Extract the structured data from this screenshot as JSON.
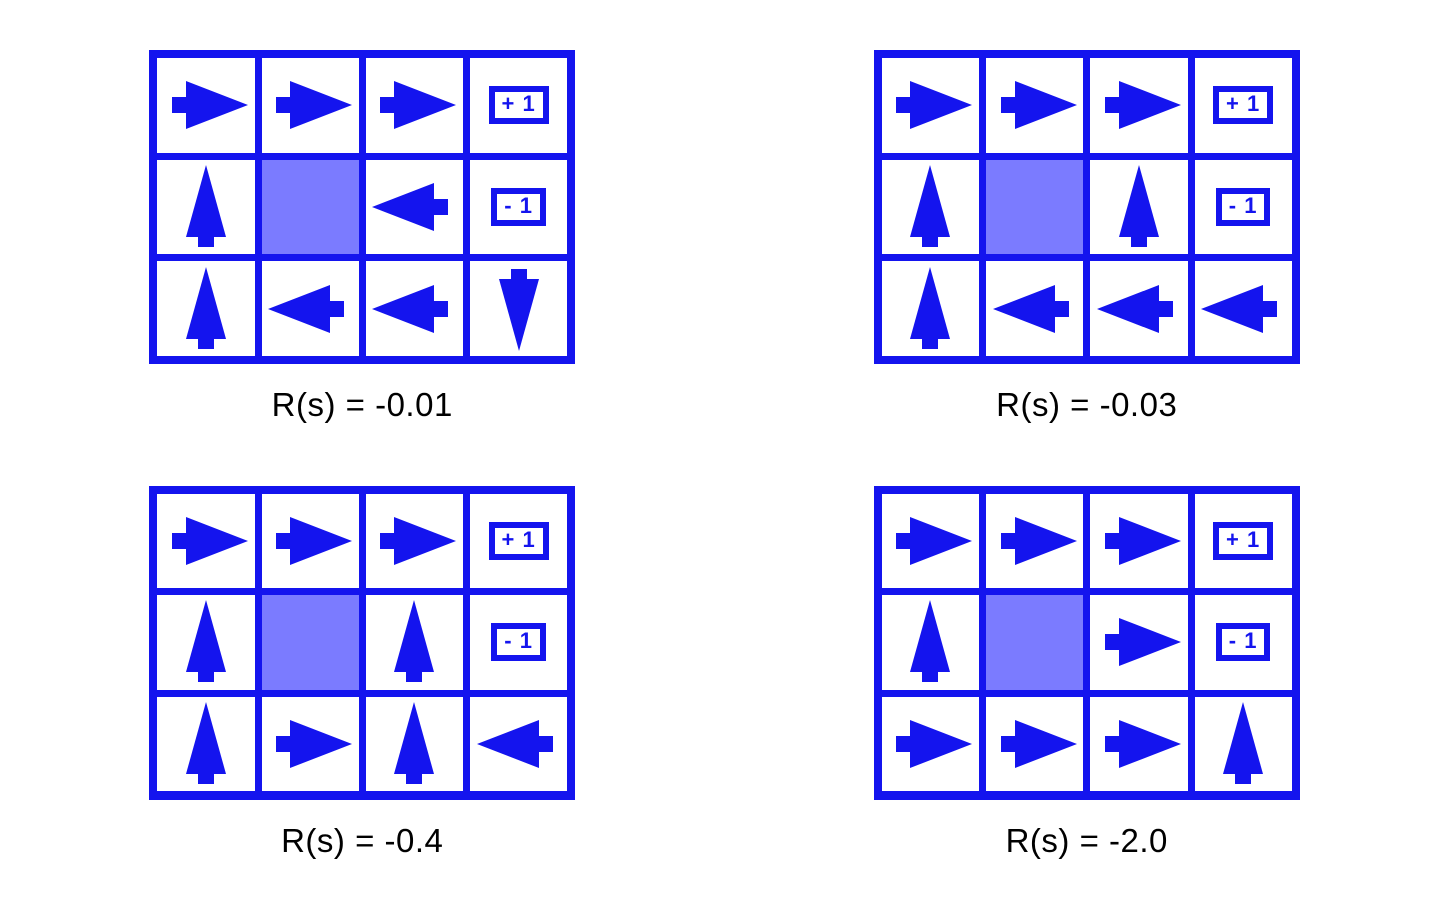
{
  "figure": {
    "title_visible": false,
    "colors": {
      "grid_line": "#1414ee",
      "arrow": "#1414ee",
      "blocked_cell": "#7b7bff",
      "cell_background": "#ffffff",
      "caption_text": "#000000",
      "page_background": "#ffffff"
    },
    "grid_shape": {
      "rows": 3,
      "cols": 4
    },
    "blocked_cell": {
      "row": 1,
      "col": 1
    },
    "terminals": [
      {
        "row": 0,
        "col": 3,
        "label": "+ 1"
      },
      {
        "row": 1,
        "col": 3,
        "label": "- 1"
      }
    ]
  },
  "panels": [
    {
      "id": "panel-r-0-01",
      "caption": "R(s) = -0.01",
      "reward_value": "-0.01",
      "policy": [
        [
          "right",
          "right",
          "right",
          "terminal-plus"
        ],
        [
          "up",
          "blocked",
          "left",
          "terminal-minus"
        ],
        [
          "up",
          "left",
          "left",
          "down"
        ]
      ]
    },
    {
      "id": "panel-r-0-03",
      "caption": "R(s) = -0.03",
      "reward_value": "-0.03",
      "policy": [
        [
          "right",
          "right",
          "right",
          "terminal-plus"
        ],
        [
          "up",
          "blocked",
          "up",
          "terminal-minus"
        ],
        [
          "up",
          "left",
          "left",
          "left"
        ]
      ]
    },
    {
      "id": "panel-r-0-4",
      "caption": "R(s) = -0.4",
      "reward_value": "-0.4",
      "policy": [
        [
          "right",
          "right",
          "right",
          "terminal-plus"
        ],
        [
          "up",
          "blocked",
          "up",
          "terminal-minus"
        ],
        [
          "up",
          "right",
          "up",
          "left"
        ]
      ]
    },
    {
      "id": "panel-r-2-0",
      "caption": "R(s) = -2.0",
      "reward_value": "-2.0",
      "policy": [
        [
          "right",
          "right",
          "right",
          "terminal-plus"
        ],
        [
          "up",
          "blocked",
          "right",
          "terminal-minus"
        ],
        [
          "right",
          "right",
          "right",
          "up"
        ]
      ]
    }
  ],
  "icons": {
    "right": "arrow-right-icon",
    "left": "arrow-left-icon",
    "up": "arrow-up-icon",
    "down": "arrow-down-icon",
    "terminal-plus": "reward-plus-one-badge",
    "terminal-minus": "reward-minus-one-badge",
    "blocked": "blocked-wall-cell"
  }
}
